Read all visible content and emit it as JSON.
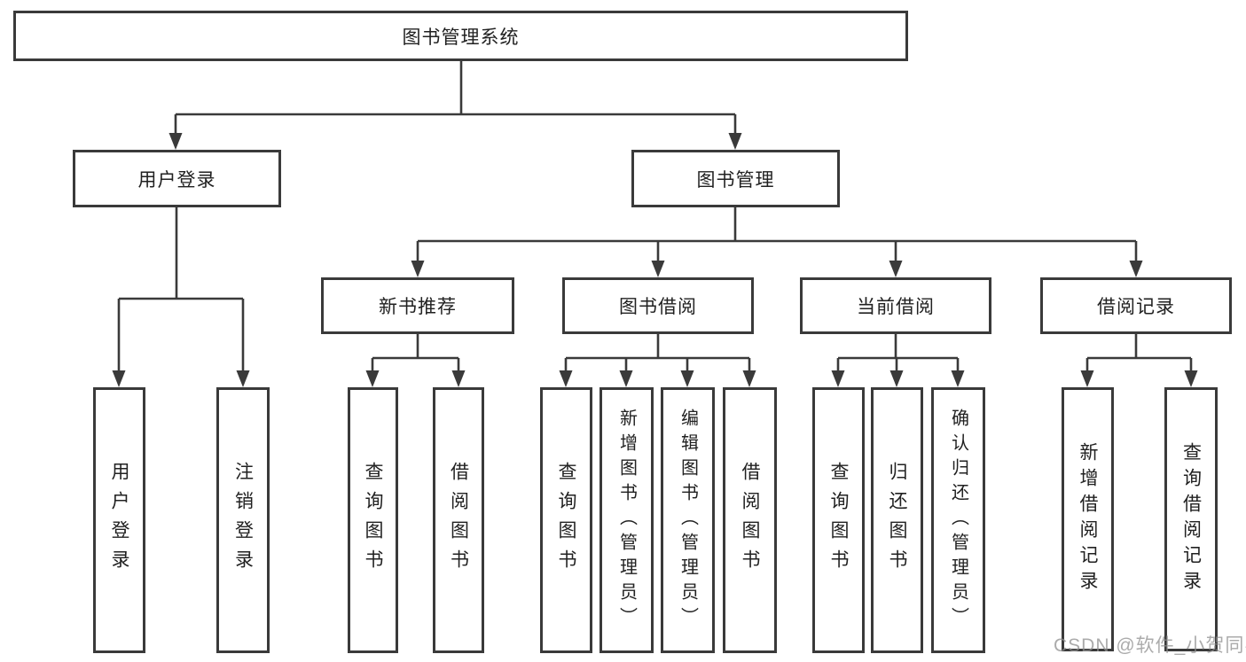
{
  "hierarchy": {
    "root": "图书管理系统",
    "branches": [
      {
        "label": "用户登录",
        "children": [
          "用户登录",
          "注销登录"
        ]
      },
      {
        "label": "图书管理",
        "children": [
          {
            "label": "新书推荐",
            "children": [
              "查询图书",
              "借阅图书"
            ]
          },
          {
            "label": "图书借阅",
            "children": [
              "查询图书",
              "新增图书（管理员）",
              "编辑图书（管理员）",
              "借阅图书"
            ]
          },
          {
            "label": "当前借阅",
            "children": [
              "查询图书",
              "归还图书",
              "确认归还（管理员）"
            ]
          },
          {
            "label": "借阅记录",
            "children": [
              "新增借阅记录",
              "查询借阅记录"
            ]
          }
        ]
      }
    ]
  },
  "watermark": "CSDN @软件_小贺同学",
  "colors": {
    "line": "#3a3a3a",
    "box_border": "#3a3a3a",
    "text": "#212121",
    "watermark": "#8f8f8f",
    "background": "#ffffff"
  }
}
